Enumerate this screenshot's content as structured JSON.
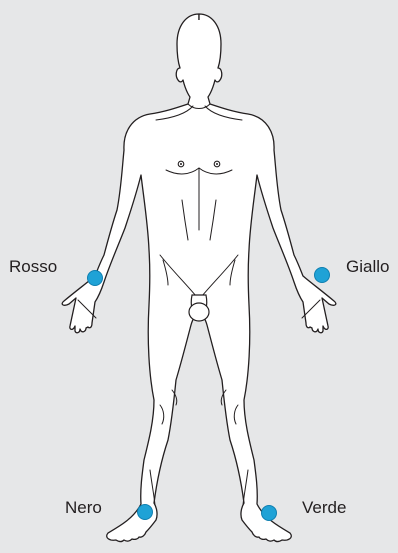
{
  "figure": {
    "electrodes": [
      {
        "label": "Rosso",
        "site": "right wrist",
        "color": "#1fa2d6"
      },
      {
        "label": "Giallo",
        "site": "left wrist",
        "color": "#1fa2d6"
      },
      {
        "label": "Nero",
        "site": "right ankle",
        "color": "#1fa2d6"
      },
      {
        "label": "Verde",
        "site": "left ankle",
        "color": "#1fa2d6"
      }
    ],
    "colors": {
      "background": "#e6e7e8",
      "body_fill": "#ffffff",
      "outline": "#231f20",
      "electrode": "#1fa2d6"
    }
  }
}
